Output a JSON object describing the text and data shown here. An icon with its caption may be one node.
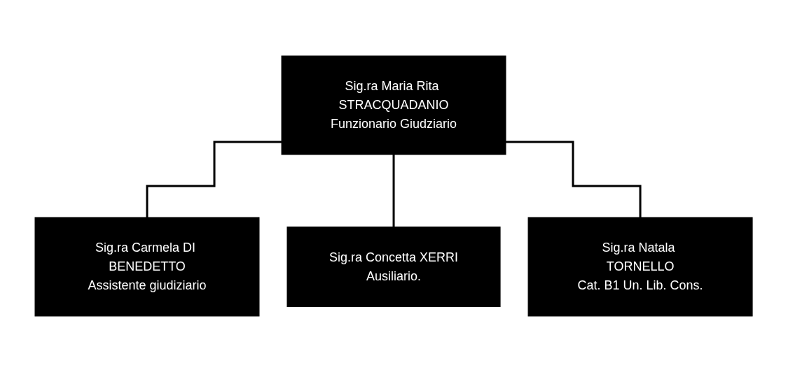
{
  "diagram": {
    "nodes": [
      {
        "text": [
          "Sig.ra Maria Rita STRACQUADANIO",
          "Funzionario Giudziario"
        ]
      },
      {
        "text": [
          "Sig.ra Carmela DI BENEDETTO",
          "Assistente giudiziario"
        ]
      },
      {
        "text": [
          "Sig.ra Concetta XERRI",
          "Ausiliario."
        ]
      },
      {
        "text": [
          "Sig.ra Natala TORNELLO",
          "Cat. B1 Un. Lib. Cons."
        ]
      }
    ],
    "edges": [
      {
        "from": 0,
        "to": 1,
        "arrow": "none"
      },
      {
        "from": 0,
        "to": 2,
        "arrow": "none"
      },
      {
        "from": 0,
        "to": 3,
        "arrow": "none"
      }
    ]
  }
}
